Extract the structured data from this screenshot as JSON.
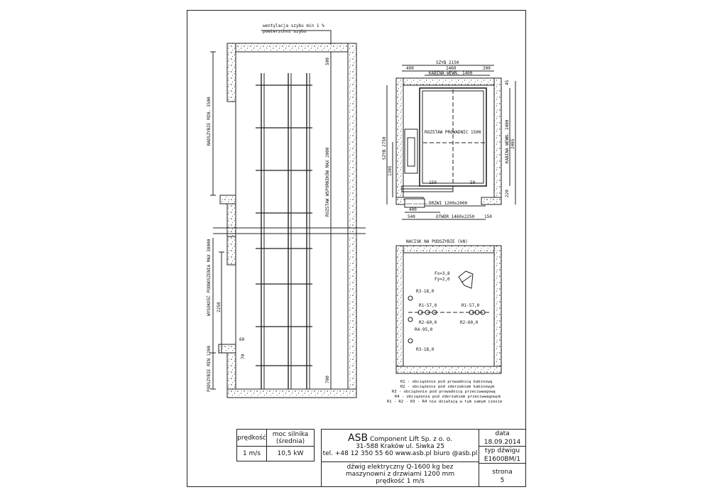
{
  "section_view": {
    "ventilation_note_1": "wentylacja szybu min 1 %",
    "ventilation_note_2": "powierzchni szybu",
    "label_headroom": "NADSZYBIE MIN. 3500",
    "label_travel": "WYSOKOŚĆ PODNOSZENIA MAX 38000",
    "label_pit": "PODSZYBIE MIN 1200",
    "label_rails": "ROZSTAW WSPORNIKÓW MAX 2000",
    "dim_top": "500",
    "dim_door": "2250",
    "dim_sill": "60",
    "dim_sill2": "70",
    "dim_bottom": "700"
  },
  "plan_view": {
    "shaft_width": "SZYB 2150",
    "dim_left": "490",
    "dim_cab": "1460",
    "dim_right": "200",
    "cab_inner_width": "KABINA WEWN. 1400",
    "shaft_depth": "SZYB 2750",
    "cab_inner_depth": "KABINA WEWN. 2400",
    "dim_2465": "2465",
    "dim_45": "45",
    "dim_220": "220",
    "dim_1305": "1305",
    "guide_spacing": "ROZSTAW PROWADNIC 1500",
    "dim_150": "150",
    "dim_50": "50",
    "door": "DRZWI 1200x2000",
    "dim_400": "400",
    "dim_540": "540",
    "opening": "OTWÓR 1460x2250",
    "dim_150b": "150",
    "panel_label": "szafa sterownicza"
  },
  "pit_view": {
    "title": "NACISK NA PODSZYBIE (kN)",
    "fx": "Fx=3,8",
    "fy": "Fy=2,0",
    "r3_top": "R3-18,0",
    "r1_left": "R1-57,0",
    "r2_left": "R2-60,0",
    "r4": "R4-95,0",
    "r3_bottom": "R3-18,0",
    "r1_right": "R1-57,0",
    "r2_right": "R2-60,0",
    "legend": [
      "R1 - obciążenie pod prowadnicą kabinową",
      "R2 - obciążenie pod zderzakiem kabinowym",
      "R3 - obciążenie pod prowadnicą przeciwwagową",
      "R4 - obciążenie pod zderzakiem przeciwwagowym",
      "R1 - R2 - R3 - R4 nie działają w tym samym czasie"
    ]
  },
  "spec_table": {
    "h_speed": "prędkość",
    "h_power": "moc silnika (średnia)",
    "v_speed": "1 m/s",
    "v_power": "10,5 kW"
  },
  "title_block": {
    "company_big": "ASB",
    "company_rest": "Component Lift Sp. z o. o.",
    "address": "31-588 Kraków ul. Siwka 25",
    "contact": "tel. +48 12 350 55 60 www.asb.pl biuro @asb.pl",
    "description": "dźwig elektryczny Q-1600 kg bez maszynowni z drzwiami 1200 mm prędkość 1 m/s",
    "date_label": "data",
    "date_value": "18.09.2014",
    "type_label": "typ dźwigu",
    "type_value": "E1600BM/1",
    "page_label": "strona",
    "page_value": "5"
  }
}
